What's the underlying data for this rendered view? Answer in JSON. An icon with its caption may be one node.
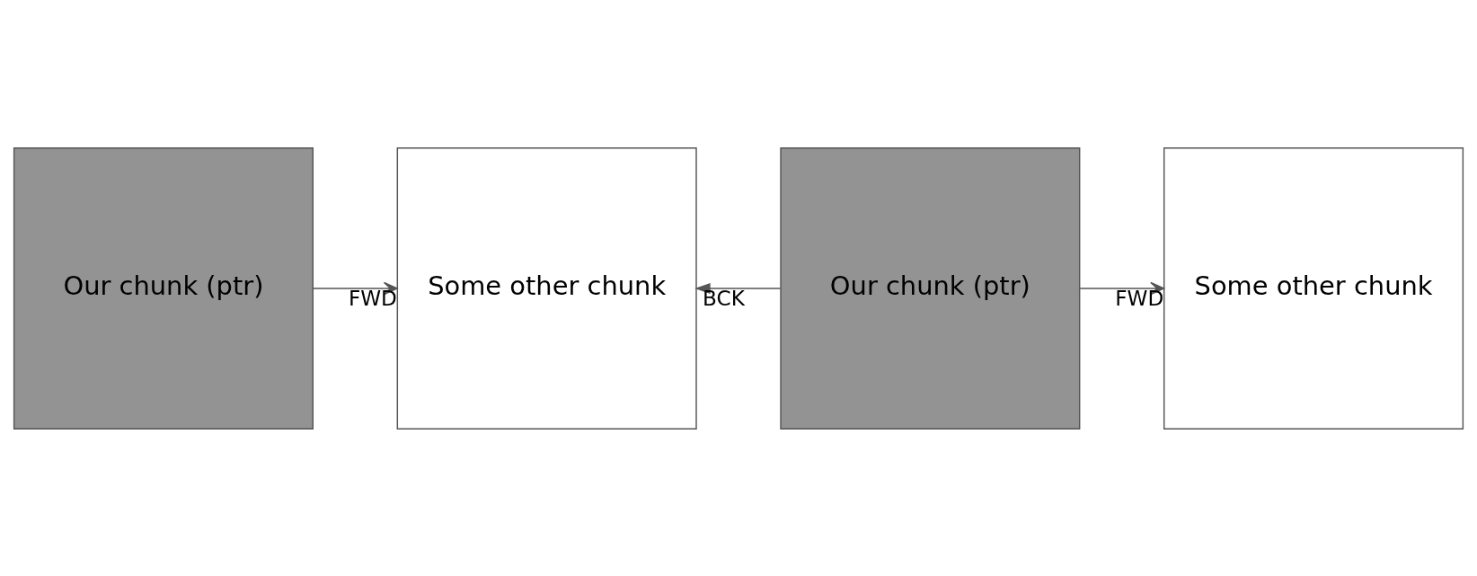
{
  "diagram": {
    "nodes": [
      {
        "text": [
          "Our chunk (ptr)"
        ]
      },
      {
        "text": [
          "Some other chunk"
        ]
      },
      {
        "text": [
          "Our chunk (ptr)"
        ]
      },
      {
        "text": [
          "Some other chunk"
        ]
      }
    ],
    "edges": [
      {
        "from": 0,
        "to": 1,
        "arrow": "to",
        "label": "FWD"
      },
      {
        "from": 2,
        "to": 1,
        "arrow": "to",
        "label": "BCK"
      },
      {
        "from": 2,
        "to": 3,
        "arrow": "to",
        "label": "FWD"
      }
    ]
  }
}
